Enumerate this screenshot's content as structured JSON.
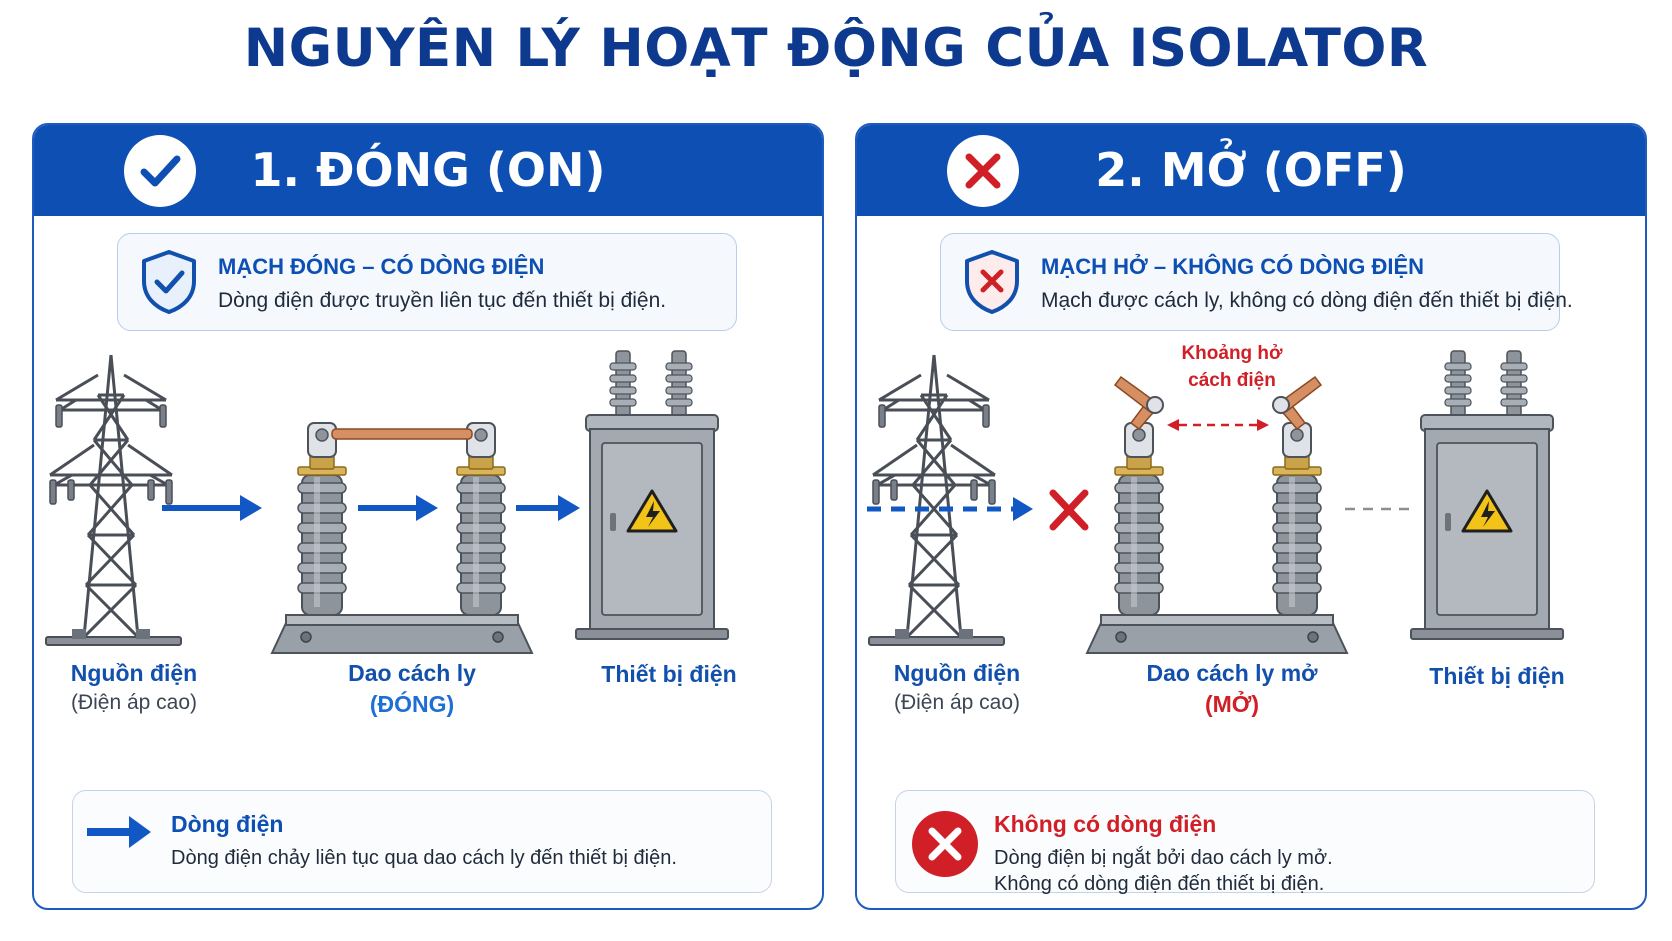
{
  "title": "NGUYÊN LÝ HOẠT ĐỘNG CỦA ISOLATOR",
  "colors": {
    "primary": "#0e4fb3",
    "title": "#0d3a8e",
    "danger": "#d01f26",
    "accent": "#1d6fd6"
  },
  "panels": {
    "on": {
      "header_icon": "check-icon",
      "title": "1. ĐÓNG (ON)",
      "status": {
        "icon": "shield-check-icon",
        "title": "MẠCH ĐÓNG – CÓ DÒNG ĐIỆN",
        "text": "Dòng điện được truyền liên tục đến thiết bị điện."
      },
      "source_label": "Nguồn điện",
      "source_sub": "(Điện áp cao)",
      "isolator_label": "Dao cách ly",
      "isolator_state": "(ĐÓNG)",
      "device_label": "Thiết bị điện",
      "legend": {
        "icon": "arrow-right-icon",
        "title": "Dòng điện",
        "text": "Dòng điện chảy liên tục qua dao cách ly đến thiết bị điện."
      }
    },
    "off": {
      "header_icon": "x-icon",
      "title": "2. MỞ (OFF)",
      "status": {
        "icon": "shield-x-icon",
        "title": "MẠCH HỞ – KHÔNG CÓ DÒNG ĐIỆN",
        "text": "Mạch được cách ly, không có dòng điện đến thiết bị điện."
      },
      "gap_label_1": "Khoảng hở",
      "gap_label_2": "cách điện",
      "source_label": "Nguồn điện",
      "source_sub": "(Điện áp cao)",
      "isolator_label": "Dao cách ly mở",
      "isolator_state": "(MỞ)",
      "device_label": "Thiết bị điện",
      "legend": {
        "icon": "x-circle-icon",
        "title": "Không có dòng điện",
        "text_1": "Dòng điện bị ngắt bởi dao cách ly mở.",
        "text_2": "Không có dòng điện đến thiết bị điện."
      }
    }
  }
}
